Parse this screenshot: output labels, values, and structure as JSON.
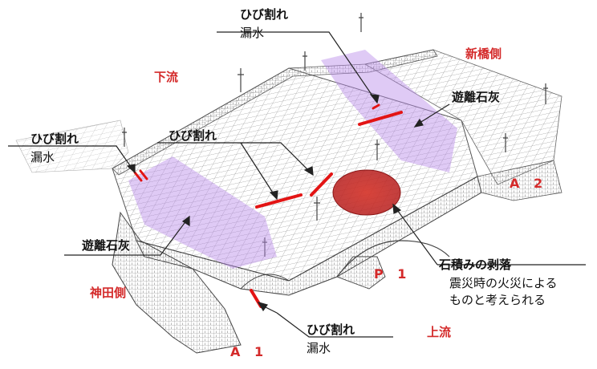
{
  "labels": {
    "crack_top_1": "ひび割れ",
    "leak_top": "漏水",
    "left_crack_1": "ひび割れ",
    "left_leak": "漏水",
    "center_crack": "ひび割れ",
    "efflor_right": "遊離石灰",
    "efflor_left": "遊離石灰",
    "spall_title": "石積みの剥落",
    "spall_note_1": "震災時の火災による",
    "spall_note_2": "ものと考えられる",
    "bottom_crack": "ひび割れ",
    "bottom_leak": "漏水",
    "downstream": "下流",
    "upstream": "上流",
    "shinbashi_side": "新橋側",
    "kanda_side": "神田側",
    "abutment_a1": "A 1",
    "abutment_a2": "A 2",
    "pier_p1": "P 1"
  },
  "colors": {
    "damage_red": "#e31414",
    "efflorescence_purple": "#b889e8",
    "label_red": "#d42a2a",
    "line": "#3a3a3a"
  }
}
